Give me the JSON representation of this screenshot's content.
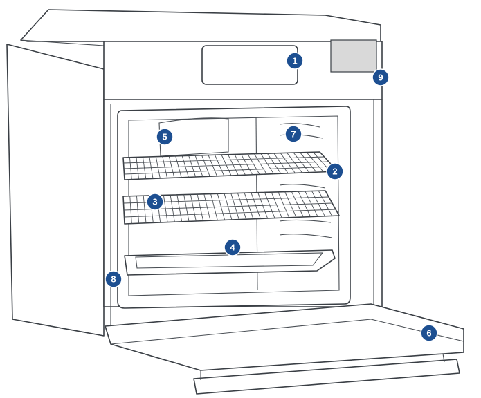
{
  "callouts": [
    {
      "label": "1",
      "part": "control panel display"
    },
    {
      "label": "2",
      "part": "wire rack upper"
    },
    {
      "label": "3",
      "part": "wire rack lower"
    },
    {
      "label": "4",
      "part": "baking tray"
    },
    {
      "label": "5",
      "part": "oven light"
    },
    {
      "label": "6",
      "part": "oven door"
    },
    {
      "label": "7",
      "part": "side shelf supports"
    },
    {
      "label": "8",
      "part": "door seal"
    },
    {
      "label": "9",
      "part": "control knob panel"
    }
  ],
  "colors": {
    "callout": "#1d4f91",
    "line": "#3a3f45",
    "panel": "#d9d9d9"
  }
}
